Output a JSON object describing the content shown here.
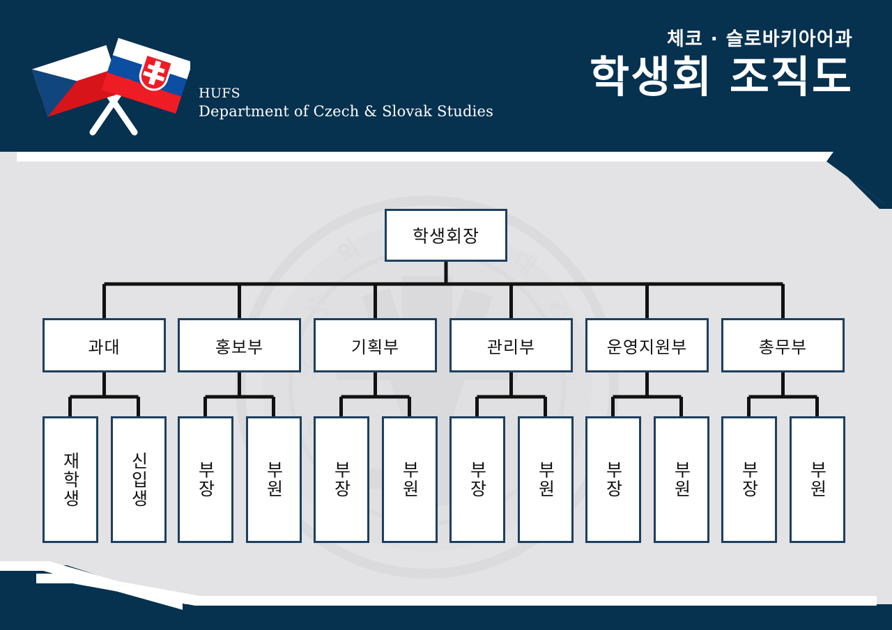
{
  "meta": {
    "colors": {
      "navy": "#06314f",
      "box_border": "#1c3f5e",
      "background": "#e3e2e4",
      "connector": "#111111",
      "white": "#ffffff",
      "czech_blue": "#11457e",
      "czech_red": "#d7141a",
      "slovak_blue": "#0b4ea2",
      "slovak_red": "#ee1c25"
    }
  },
  "header": {
    "emblem_icon": "crossed-czech-slovak-flags-icon",
    "brand_line1": "HUFS",
    "brand_line2": "Department of Czech & Slovak Studies",
    "title_sub": "체코 · 슬로바키아어과",
    "title_main": "학생회 조직도"
  },
  "watermark": {
    "icon": "hufs-seal-watermark-icon"
  },
  "chart_data": {
    "type": "diagram",
    "title": "학생회 조직도",
    "root": {
      "label": "학생회장"
    },
    "departments": [
      {
        "label": "과대",
        "children": [
          {
            "label": "재학생"
          },
          {
            "label": "신입생"
          }
        ]
      },
      {
        "label": "홍보부",
        "children": [
          {
            "label": "부장"
          },
          {
            "label": "부원"
          }
        ]
      },
      {
        "label": "기획부",
        "children": [
          {
            "label": "부장"
          },
          {
            "label": "부원"
          }
        ]
      },
      {
        "label": "관리부",
        "children": [
          {
            "label": "부장"
          },
          {
            "label": "부원"
          }
        ]
      },
      {
        "label": "운영지원부",
        "children": [
          {
            "label": "부장"
          },
          {
            "label": "부원"
          }
        ]
      },
      {
        "label": "총무부",
        "children": [
          {
            "label": "부장"
          },
          {
            "label": "부원"
          }
        ]
      }
    ]
  }
}
